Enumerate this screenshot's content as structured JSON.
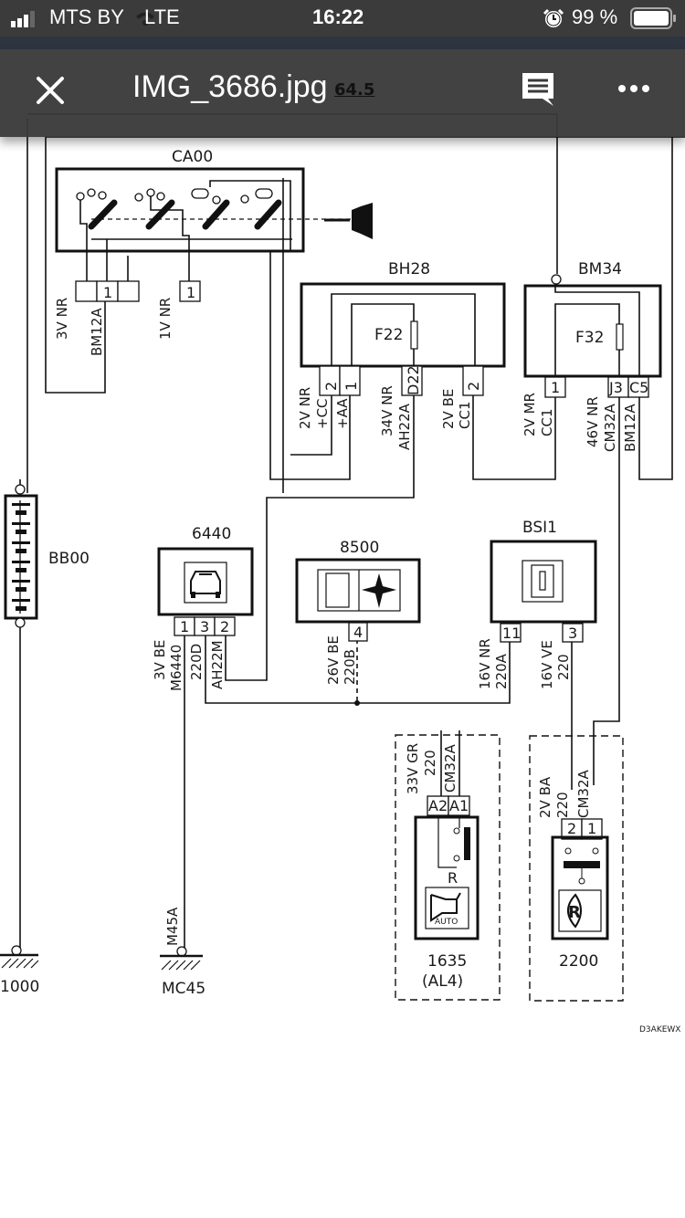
{
  "status_bar": {
    "carrier": "MTS BY",
    "network": "LTE",
    "time": "16:22",
    "battery_percent": "99 %",
    "icons": [
      "signal-icon",
      "wifi-icon",
      "alarm-icon",
      "battery-icon"
    ]
  },
  "header": {
    "title": "IMG_3686.jpg",
    "page_ref": "64.5",
    "close_icon": "close-icon",
    "comment_icon": "comment-icon",
    "more_icon": "more-icon"
  },
  "diagram": {
    "components": {
      "ca00": {
        "label": "CA00"
      },
      "bh28": {
        "label": "BH28",
        "fuse": "F22"
      },
      "bm34": {
        "label": "BM34",
        "fuse": "F32"
      },
      "bb00": {
        "label": "BB00"
      },
      "c6440": {
        "label": "6440"
      },
      "c8500": {
        "label": "8500"
      },
      "bsi1": {
        "label": "BSI1"
      },
      "c1635": {
        "label": "1635",
        "sublabel": "(AL4)",
        "relay": "R",
        "icon_text": "AUTO"
      },
      "c2200": {
        "label": "2200",
        "icon_text": "R"
      },
      "ground_1000": {
        "label": "1000"
      },
      "ground_mc45": {
        "label": "MC45"
      }
    },
    "connectors": {
      "ca00_a": {
        "pins": [
          "",
          "1",
          ""
        ],
        "spec": "3V NR",
        "wire": "BM12A"
      },
      "ca00_b": {
        "pins": [
          "1"
        ],
        "spec": "1V NR"
      },
      "bh28_a": {
        "pins": [
          "2",
          "1"
        ],
        "spec": "2V NR",
        "wires": [
          "+CC",
          "+AA"
        ]
      },
      "bh28_b": {
        "pins": [
          "D22"
        ],
        "spec": "34V NR",
        "wire": "AH22A"
      },
      "bh28_c": {
        "pins": [
          "2"
        ],
        "spec": "2V BE",
        "wire": "CC1"
      },
      "bm34_a": {
        "pins": [
          "1"
        ],
        "spec": "2V MR",
        "wire": "CC1"
      },
      "bm34_b": {
        "pins": [
          "J3",
          "C5"
        ],
        "spec": "46V NR",
        "wires": [
          "CM32A",
          "BM12A"
        ]
      },
      "c6440": {
        "pins": [
          "1",
          "3",
          "2"
        ],
        "spec": "3V BE",
        "wires": [
          "M6440",
          "220D",
          "AH22M"
        ]
      },
      "c8500": {
        "pins": [
          "4"
        ],
        "spec": "26V BE",
        "wire": "220B"
      },
      "bsi1_a": {
        "pins": [
          "11"
        ],
        "spec": "16V NR",
        "wire": "220A"
      },
      "bsi1_b": {
        "pins": [
          "3"
        ],
        "spec": "16V VE",
        "wire": "220"
      },
      "c1635": {
        "pins": [
          "A2",
          "A1"
        ],
        "spec": "33V GR",
        "wires": [
          "220",
          "CM32A"
        ]
      },
      "c2200": {
        "pins": [
          "2",
          "1"
        ],
        "spec": "2V BA",
        "wires": [
          "220",
          "CM32A"
        ]
      },
      "mc45": {
        "wire": "M45A"
      }
    },
    "reference_code": "D3AKEWX"
  }
}
